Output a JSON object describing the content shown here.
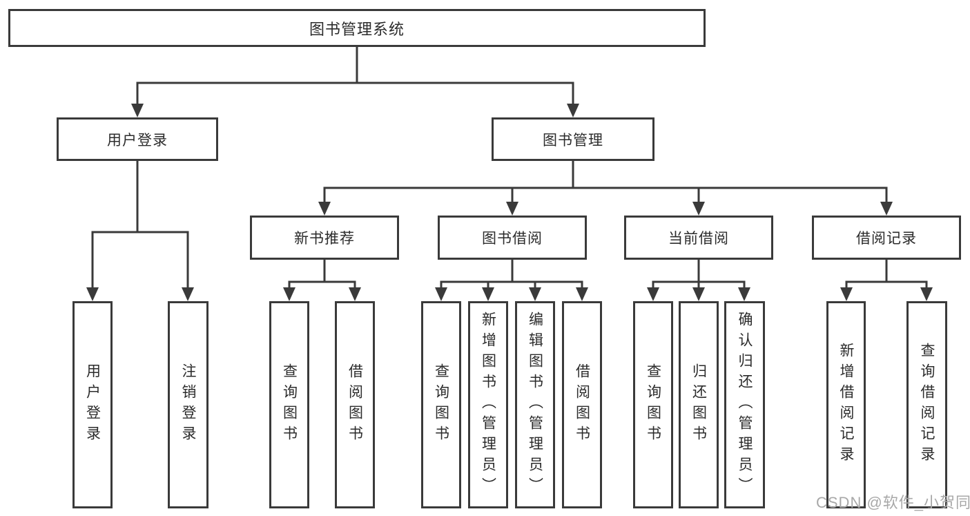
{
  "tree": {
    "label": "图书管理系统",
    "children": [
      {
        "label": "用户登录",
        "children": [
          {
            "label": "用户登录"
          },
          {
            "label": "注销登录"
          }
        ]
      },
      {
        "label": "图书管理",
        "children": [
          {
            "label": "新书推荐",
            "children": [
              {
                "label": "查询图书"
              },
              {
                "label": "借阅图书"
              }
            ]
          },
          {
            "label": "图书借阅",
            "children": [
              {
                "label": "查询图书"
              },
              {
                "label": "新增图书（管理员）"
              },
              {
                "label": "编辑图书（管理员）"
              },
              {
                "label": "借阅图书"
              }
            ]
          },
          {
            "label": "当前借阅",
            "children": [
              {
                "label": "查询图书"
              },
              {
                "label": "归还图书"
              },
              {
                "label": "确认归还（管理员）"
              }
            ]
          },
          {
            "label": "借阅记录",
            "children": [
              {
                "label": "新增借阅记录"
              },
              {
                "label": "查询借阅记录"
              }
            ]
          }
        ]
      }
    ]
  },
  "watermark": {
    "text": "CSDN @软件_小贺同学"
  },
  "colors": {
    "line": "#3a3a3a",
    "box_border": "#3a3a3a",
    "box_fill": "#ffffff",
    "text": "#2b2b2b",
    "watermark": "#a8a8a8",
    "background": "#ffffff"
  }
}
